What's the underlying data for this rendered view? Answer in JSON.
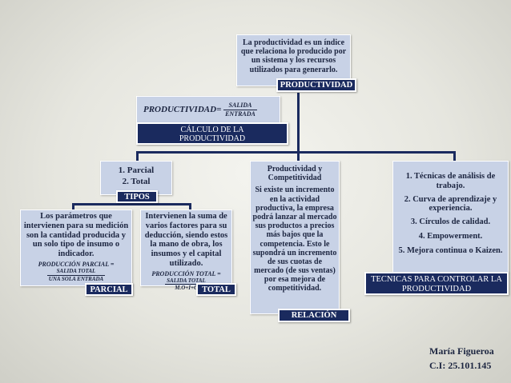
{
  "root": {
    "text": "La productividad es un índice que relaciona lo producido por un sistema y los recursos utilizados para generarlo.",
    "label": "PRODUCTIVIDAD"
  },
  "calculo": {
    "formula_lhs": "PRODUCTIVIDAD=",
    "formula_num": "SALIDA",
    "formula_den": "ENTRADA",
    "label": "CÁLCULO DE LA PRODUCTIVIDAD"
  },
  "tipos": {
    "line1": "1. Parcial",
    "line2": "2. Total",
    "label": "TIPOS"
  },
  "parcial": {
    "text": "Los parámetros que intervienen para su medición son la cantidad producida y un solo tipo de insumo o indicador.",
    "formula_lhs": "PRODUCCIÓN PARCIAL =",
    "formula_num": "SALIDA TOTAL",
    "formula_den": "UNA SOLA ENTRADA",
    "label": "PARCIAL"
  },
  "total": {
    "text": "Intervienen la suma de varios factores para su deducción, siendo estos la mano de obra, los insumos y el capital utilizado.",
    "formula_lhs": "PRODUCCIÓN TOTAL =",
    "formula_num": "SALIDA TOTAL",
    "formula_den": "M.O+I+C",
    "label": "TOTAL"
  },
  "relacion": {
    "title": "Productividad y Competitividad",
    "text": "Si existe un incremento en la actividad productiva, la empresa podrá lanzar al mercado sus productos a precios más bajos que la competencia. Esto le supondrá un incremento de sus cuotas de mercado (de sus ventas) por esa mejora de competitividad.",
    "label": "RELACIÓN"
  },
  "tecnicas": {
    "items": [
      "1. Técnicas de análisis de trabajo.",
      "2. Curva de aprendizaje y experiencia.",
      "3. Círculos de calidad.",
      "4. Empowerment.",
      "5. Mejora continua o Kaizen."
    ],
    "label": "TECNICAS PARA CONTROLAR LA PRODUCTIVIDAD"
  },
  "author": {
    "name": "María Figueroa",
    "id": "C.I: 25.101.145"
  },
  "colors": {
    "box": "#c8d2e6",
    "label": "#1a2a5e",
    "line": "#1a2a5e"
  }
}
